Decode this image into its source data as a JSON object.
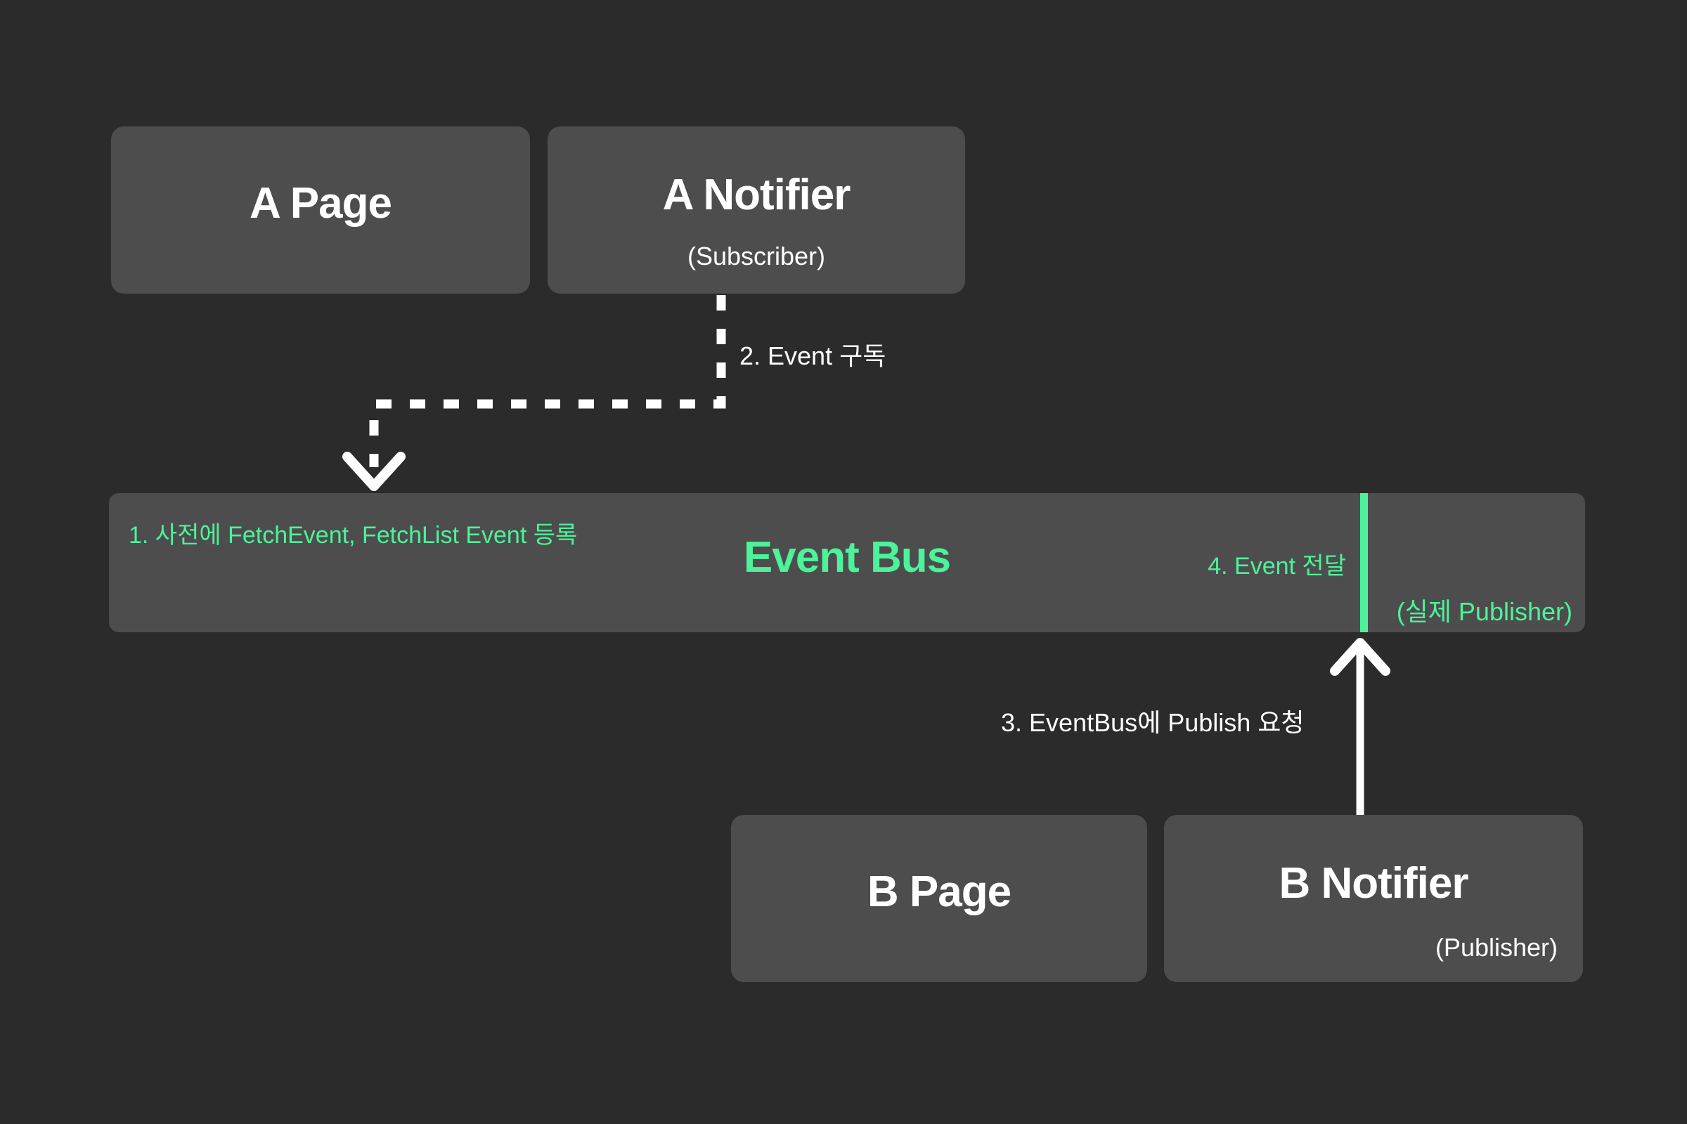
{
  "diagram": {
    "title": "Event Bus pub/sub flow",
    "background_color": "#2b2b2b",
    "node_color": "#4d4d4d",
    "accent_color": "#4df29a",
    "text_color": "#ffffff"
  },
  "nodes": {
    "a_page": {
      "title": "A Page",
      "subtitle": ""
    },
    "a_notifier": {
      "title": "A Notifier",
      "subtitle": "(Subscriber)"
    },
    "b_page": {
      "title": "B Page",
      "subtitle": ""
    },
    "b_notifier": {
      "title": "B Notifier",
      "subtitle": "(Publisher)"
    }
  },
  "event_bus": {
    "title": "Event Bus",
    "note_register": "1. 사전에 FetchEvent, FetchList Event 등록",
    "note_deliver": "4. Event 전달",
    "note_publisher": "(실제 Publisher)",
    "divider_color": "#4df29a"
  },
  "edges": {
    "subscribe": {
      "label": "2. Event 구독",
      "style": "dashed",
      "color": "#ffffff",
      "from": "a_notifier",
      "to": "event_bus"
    },
    "publish": {
      "label": "3. EventBus에 Publish 요청",
      "style": "solid",
      "color": "#ffffff",
      "from": "b_notifier",
      "to": "event_bus"
    }
  },
  "icons": {
    "arrow_down": "arrow-down-icon",
    "arrow_up": "arrow-up-icon"
  }
}
